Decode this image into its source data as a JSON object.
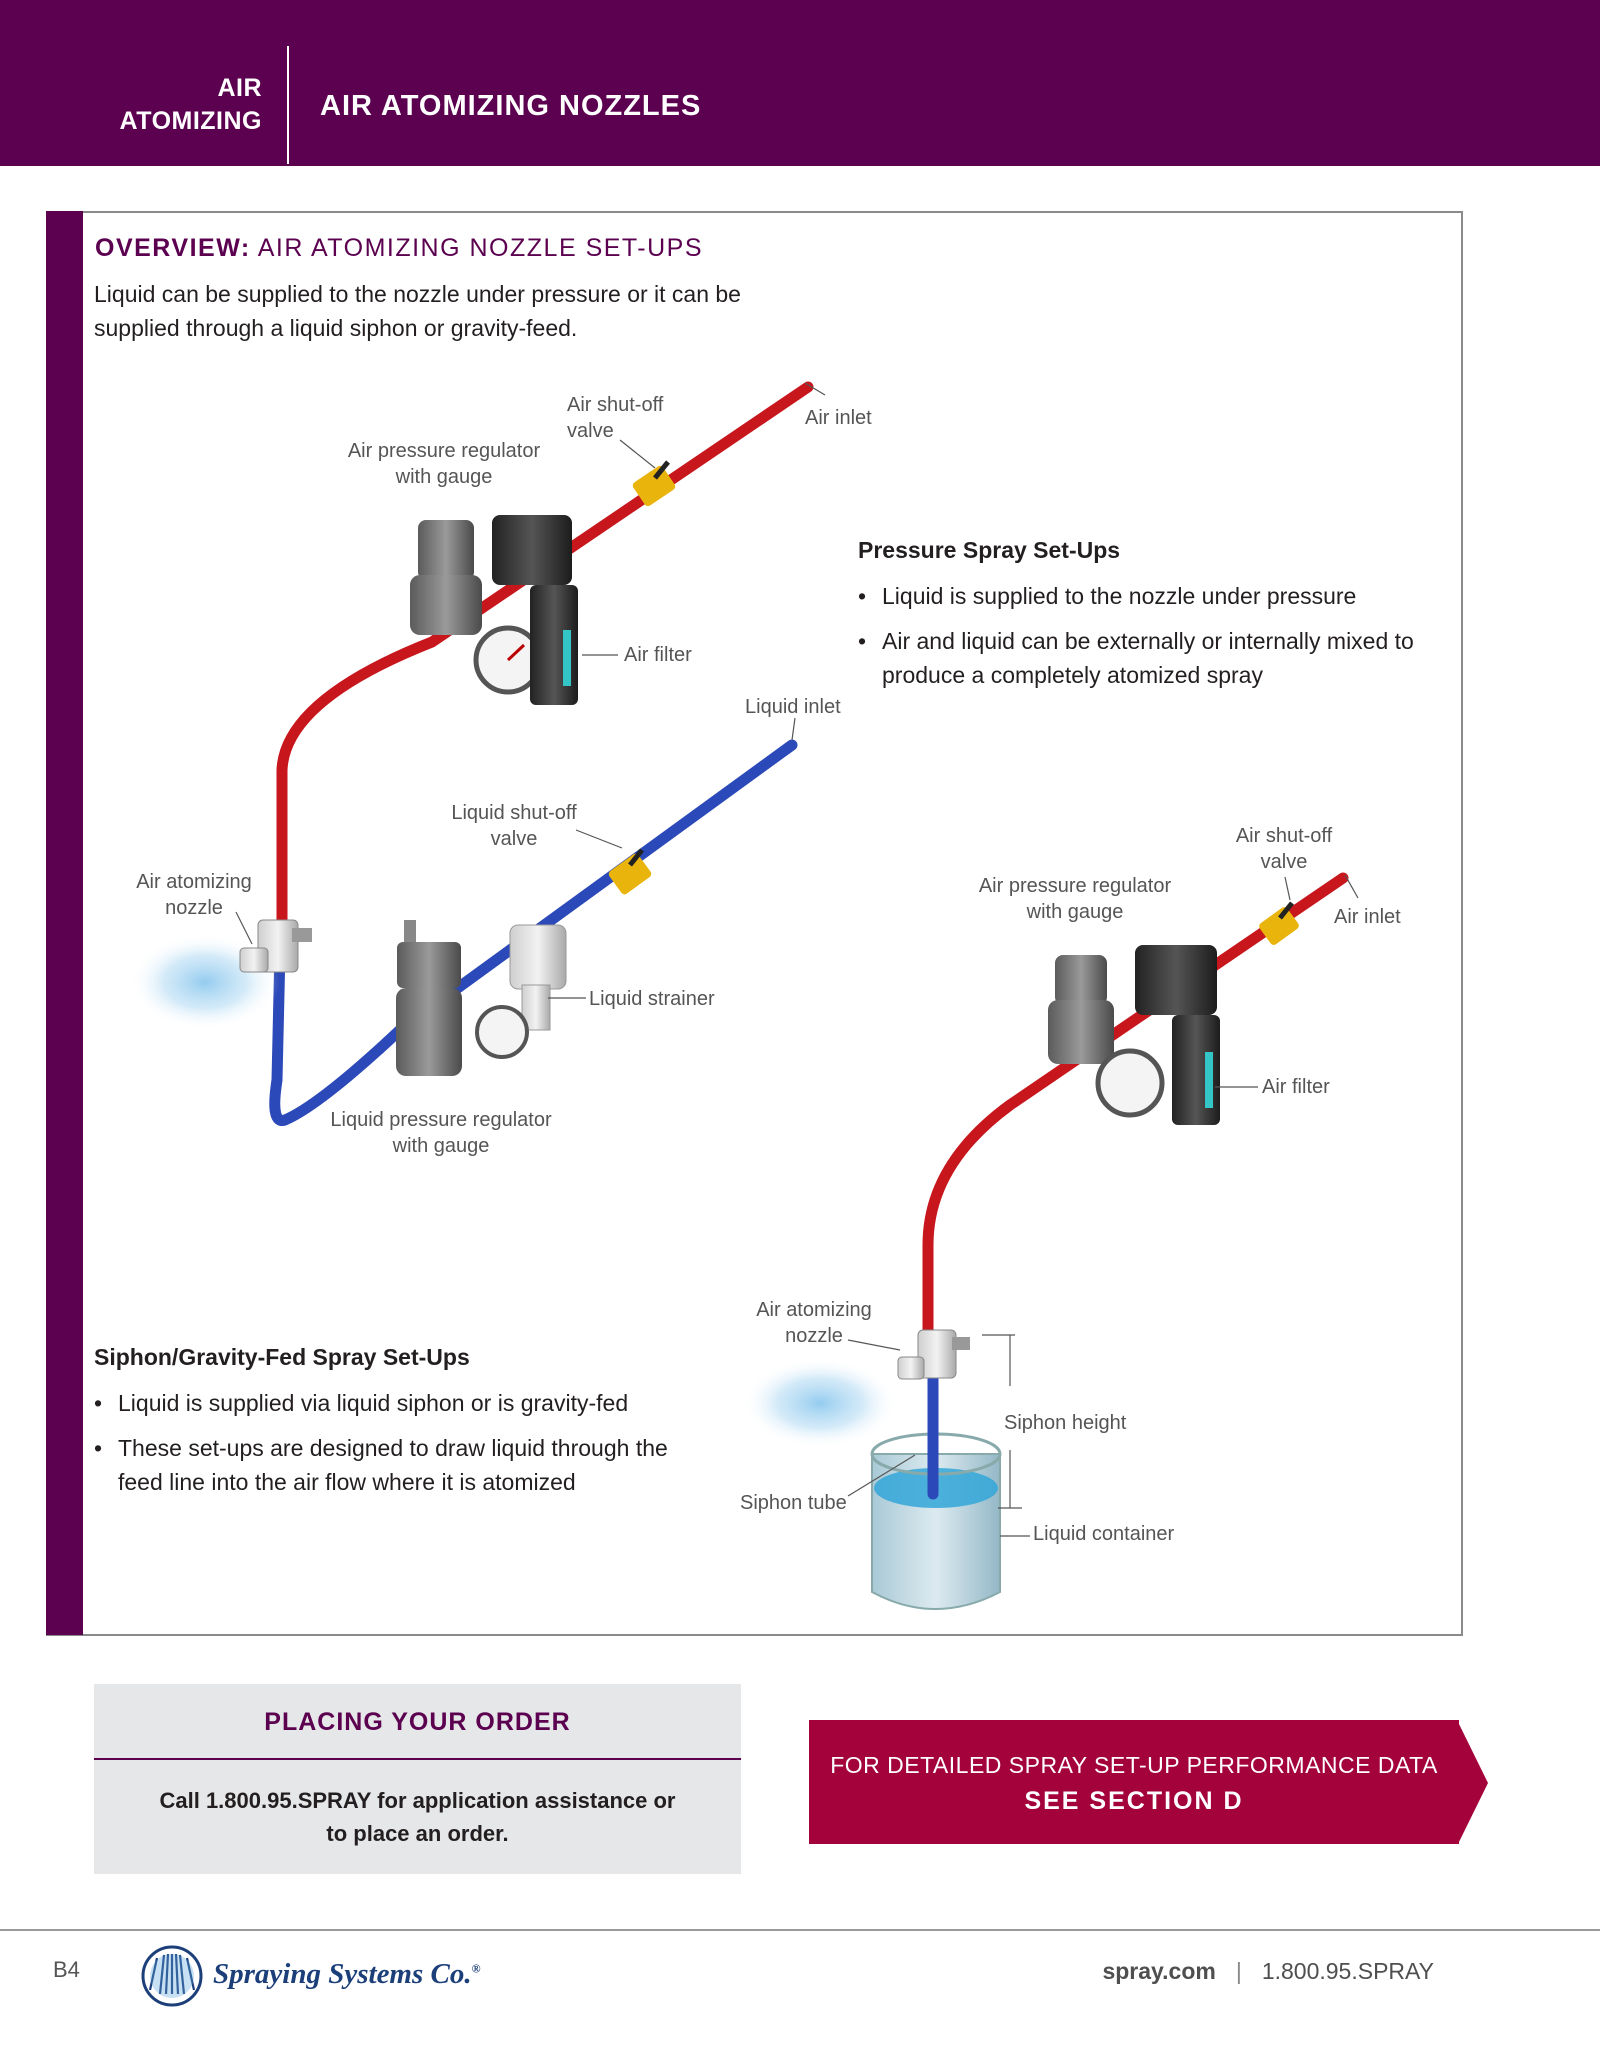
{
  "header": {
    "section_line1": "AIR",
    "section_line2": "ATOMIZING",
    "title": "AIR ATOMIZING NOZZLES"
  },
  "overview": {
    "title_bold": "OVERVIEW:",
    "title_rest": " AIR ATOMIZING NOZZLE SET-UPS",
    "intro": "Liquid can be supplied to the nozzle under pressure or it can be supplied through a liquid siphon or gravity-feed."
  },
  "pressure_diagram": {
    "air_shutoff_1": "Air shut-off",
    "air_shutoff_2": "valve",
    "air_inlet": "Air inlet",
    "air_regulator_1": "Air pressure regulator",
    "air_regulator_2": "with gauge",
    "air_filter": "Air filter",
    "liquid_inlet": "Liquid inlet",
    "liquid_shutoff_1": "Liquid shut-off",
    "liquid_shutoff_2": "valve",
    "nozzle_1": "Air atomizing",
    "nozzle_2": "nozzle",
    "liquid_strainer": "Liquid strainer",
    "liquid_regulator_1": "Liquid pressure regulator",
    "liquid_regulator_2": "with gauge"
  },
  "pressure_setups": {
    "heading": "Pressure Spray Set-Ups",
    "bullets": [
      "Liquid is supplied to the nozzle under pressure",
      "Air and liquid can be externally or internally mixed to produce a completely atomized spray"
    ]
  },
  "siphon_diagram": {
    "air_shutoff_1": "Air shut-off",
    "air_shutoff_2": "valve",
    "air_inlet": "Air inlet",
    "air_regulator_1": "Air pressure regulator",
    "air_regulator_2": "with gauge",
    "air_filter": "Air filter",
    "nozzle_1": "Air atomizing",
    "nozzle_2": "nozzle",
    "siphon_height": "Siphon height",
    "siphon_tube": "Siphon tube",
    "liquid_container": "Liquid container"
  },
  "siphon_setups": {
    "heading": "Siphon/Gravity-Fed Spray Set-Ups",
    "bullets": [
      "Liquid is supplied via liquid siphon or is gravity-fed",
      "These set-ups are designed to draw liquid through the feed line into the air flow where it is atomized"
    ]
  },
  "order_box": {
    "title": "PLACING YOUR ORDER",
    "text": "Call 1.800.95.SPRAY for application assistance or to place an order."
  },
  "cta": {
    "line1": "FOR DETAILED SPRAY SET-UP PERFORMANCE DATA",
    "line2": "SEE SECTION D"
  },
  "footer": {
    "page": "B4",
    "brand": "Spraying Systems Co.",
    "registered": "®",
    "website": "spray.com",
    "separator": "|",
    "phone": "1.800.95.SPRAY"
  },
  "colors": {
    "brand_purple": "#5b0150",
    "cta_red": "#a3023a",
    "air_line": "#c8161d",
    "liquid_line": "#2b49b8",
    "valve_yellow": "#e9b40c"
  }
}
